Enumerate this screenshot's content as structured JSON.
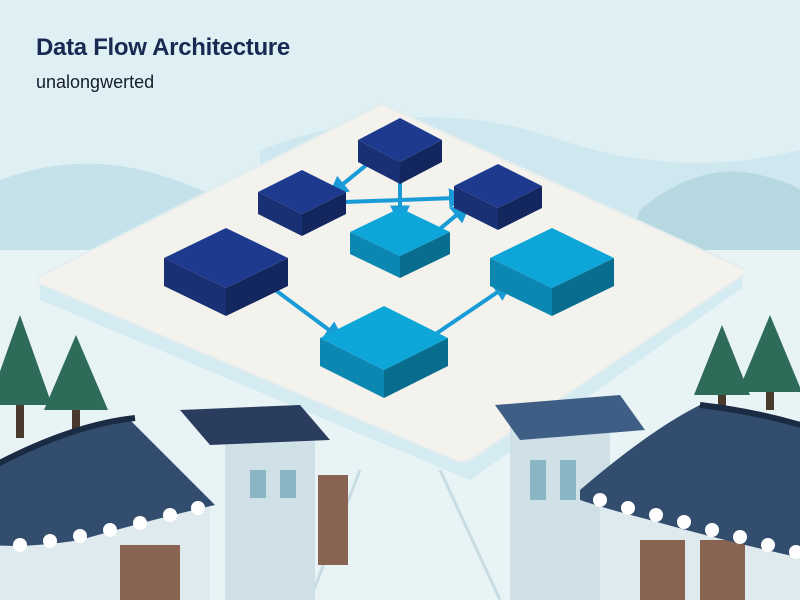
{
  "title": "Data Flow Architecture",
  "subtitle": "unalongwerted",
  "colors": {
    "sky": "#dff0f4",
    "hill": "#b7d8e1",
    "platform_top": "#f4f2ec",
    "platform_side": "#d3ebf1",
    "node_dark": "#1e3a8e",
    "node_light": "#0ea5d9",
    "arrow": "#189bd6",
    "roof": "#324d6e",
    "tree": "#2f6b59",
    "wall": "#dfeaee",
    "door": "#8a6452"
  },
  "diagram": {
    "nodes": [
      {
        "id": "n1",
        "tone": "dark"
      },
      {
        "id": "n2",
        "tone": "dark"
      },
      {
        "id": "n3",
        "tone": "dark"
      },
      {
        "id": "n4",
        "tone": "dark"
      },
      {
        "id": "n5",
        "tone": "light"
      },
      {
        "id": "n6",
        "tone": "light"
      },
      {
        "id": "n7",
        "tone": "light"
      }
    ],
    "edges": [
      {
        "from": "n1",
        "to": "n2"
      },
      {
        "from": "n2",
        "to": "n3"
      },
      {
        "from": "n1",
        "to": "n5"
      },
      {
        "from": "n5",
        "to": "n3"
      },
      {
        "from": "n4",
        "to": "n7"
      },
      {
        "from": "n7",
        "to": "n6"
      }
    ]
  }
}
